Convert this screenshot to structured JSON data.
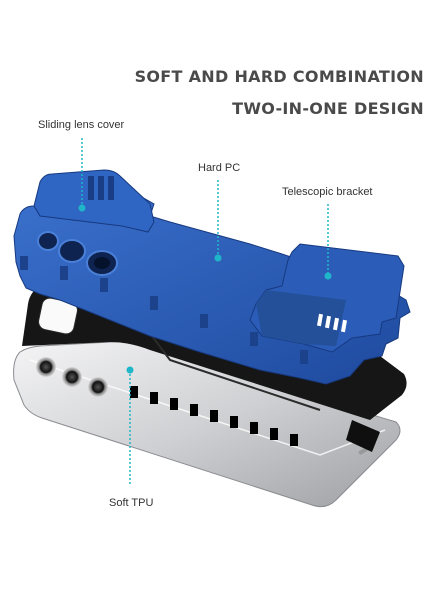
{
  "headline": {
    "line1": "SOFT AND HARD COMBINATION",
    "line2": "TWO-IN-ONE DESIGN"
  },
  "callouts": {
    "lens_cover": "Sliding lens cover",
    "hard_pc": "Hard PC",
    "bracket": "Telescopic bracket",
    "soft_tpu": "Soft TPU"
  },
  "colors": {
    "case_blue": "#2a5cb8",
    "case_blue_dark": "#1c428c",
    "tpu_black": "#1a1a1a",
    "phone_silver": "#d9dadc",
    "accent_cyan": "#1fb6c9"
  }
}
